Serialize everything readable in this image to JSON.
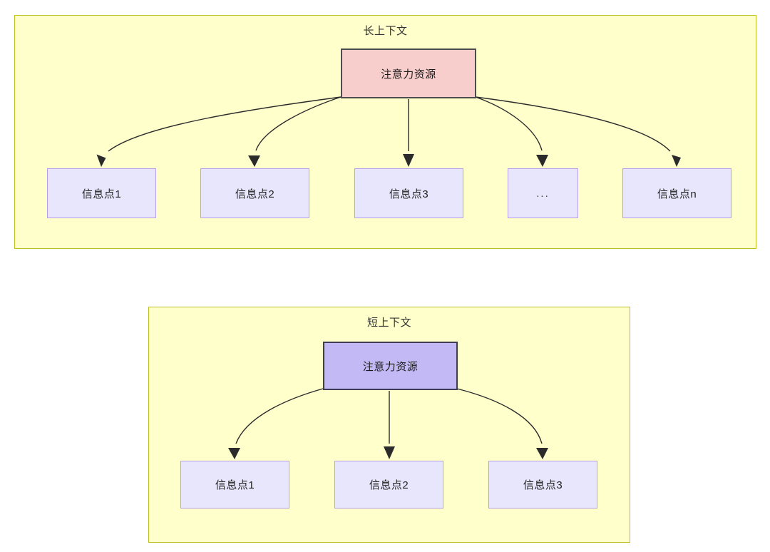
{
  "diagram": {
    "title": "",
    "type": "flow-diagram",
    "colors": {
      "group_fill": "#FFFFCC",
      "group_border": "#BFBF23",
      "attention_long_fill": "#F8CECC",
      "attention_long_border": "#4D4D4D",
      "attention_short_fill": "#C3B9F5",
      "attention_short_border": "#3D3D56",
      "info_fill": "#E8E6FC",
      "info_border": "#B79DEB",
      "edge": "#2B2B2B"
    },
    "groups": [
      {
        "id": "long",
        "title": "长上下文",
        "root": {
          "label": "注意力资源"
        },
        "children": [
          {
            "label": "信息点1"
          },
          {
            "label": "信息点2"
          },
          {
            "label": "信息点3"
          },
          {
            "label": "..."
          },
          {
            "label": "信息点n"
          }
        ]
      },
      {
        "id": "short",
        "title": "短上下文",
        "root": {
          "label": "注意力资源"
        },
        "children": [
          {
            "label": "信息点1"
          },
          {
            "label": "信息点2"
          },
          {
            "label": "信息点3"
          }
        ]
      }
    ]
  }
}
